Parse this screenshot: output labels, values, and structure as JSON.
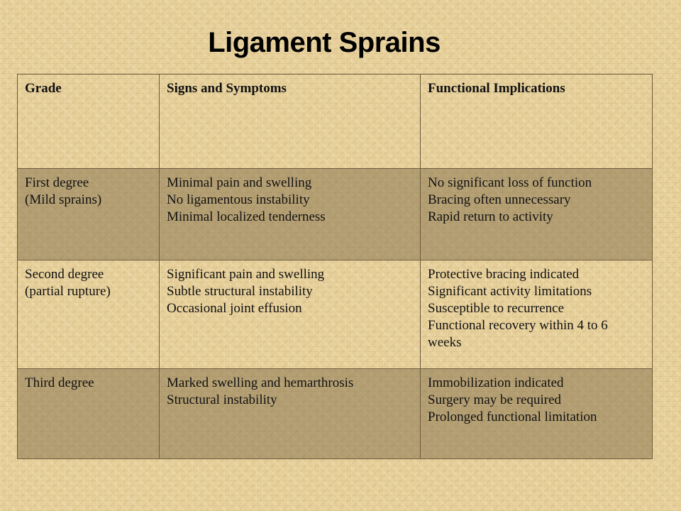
{
  "title": "Ligament Sprains",
  "table": {
    "headers": [
      "Grade",
      "Signs and Symptoms",
      "Functional Implications"
    ],
    "rows": [
      {
        "grade": [
          "First degree",
          "(Mild sprains)"
        ],
        "signs": [
          "Minimal pain and swelling",
          "No ligamentous instability",
          "Minimal localized tenderness"
        ],
        "implications": [
          "No significant loss of function",
          "Bracing often unnecessary",
          "Rapid return to activity"
        ]
      },
      {
        "grade": [
          "Second degree",
          "(partial rupture)"
        ],
        "signs": [
          "Significant pain and swelling",
          "Subtle structural instability",
          "Occasional joint effusion"
        ],
        "implications": [
          "Protective bracing indicated",
          "Significant activity limitations",
          "Susceptible to recurrence",
          "Functional recovery within 4 to 6 weeks"
        ]
      },
      {
        "grade": [
          "Third degree"
        ],
        "signs": [
          "Marked swelling and hemarthrosis",
          "Structural instability"
        ],
        "implications": [
          "Immobilization indicated",
          "Surgery may be required",
          "Prolonged functional limitation"
        ]
      }
    ]
  }
}
